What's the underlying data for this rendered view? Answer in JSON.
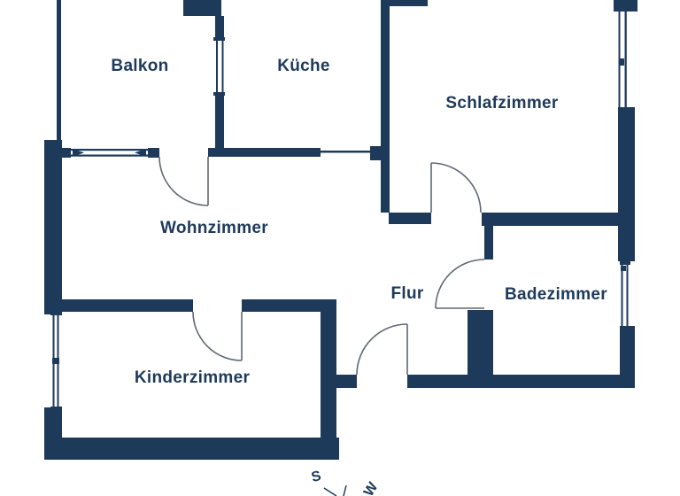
{
  "colors": {
    "wall": "#1e3a5b",
    "background": "#ffffff",
    "label_text": "#1e3a5b",
    "door_arc": "#5f6872"
  },
  "rooms": [
    {
      "name": "Balkon"
    },
    {
      "name": "Küche"
    },
    {
      "name": "Schlafzimmer"
    },
    {
      "name": "Wohnzimmer"
    },
    {
      "name": "Flur"
    },
    {
      "name": "Badezimmer"
    },
    {
      "name": "Kinderzimmer"
    }
  ],
  "compass": {
    "south_label": "S",
    "west_label": "W"
  }
}
